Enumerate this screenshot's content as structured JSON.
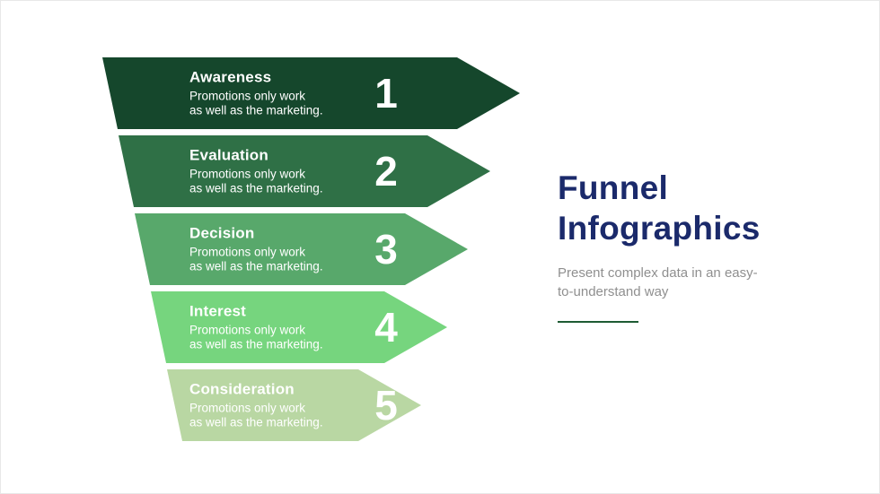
{
  "slide": {
    "title": {
      "line1": "Funnel",
      "line2": "Infographics",
      "color": "#1B2A6B"
    },
    "subtitle": {
      "line1": "Present complex data in an easy-",
      "line2": "to-understand way",
      "color": "#8F8F8F"
    },
    "divider_color": "#1E5B33"
  },
  "funnel": {
    "rows": [
      {
        "number": "1",
        "title": "Awareness",
        "desc_line1": "Promotions only work",
        "desc_line2": "as well as the marketing.",
        "color": "#15472C"
      },
      {
        "number": "2",
        "title": "Evaluation",
        "desc_line1": "Promotions only work",
        "desc_line2": "as well as the marketing.",
        "color": "#2F7046"
      },
      {
        "number": "3",
        "title": "Decision",
        "desc_line1": "Promotions only work",
        "desc_line2": "as well as the marketing.",
        "color": "#58A86B"
      },
      {
        "number": "4",
        "title": "Interest",
        "desc_line1": "Promotions only work",
        "desc_line2": "as well as the marketing.",
        "color": "#76D57E"
      },
      {
        "number": "5",
        "title": "Consideration",
        "desc_line1": "Promotions only work",
        "desc_line2": "as well as the marketing.",
        "color": "#B9D7A3"
      }
    ]
  }
}
